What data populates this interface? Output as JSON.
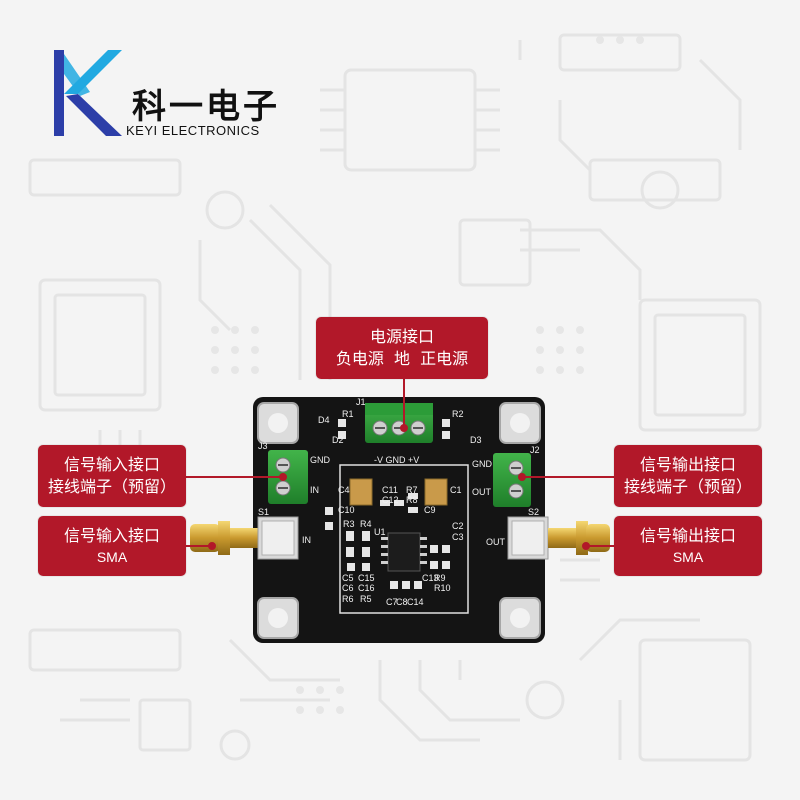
{
  "brand": {
    "name_cn": "科一电子",
    "name_en": "KEYI ELECTRONICS",
    "colors": {
      "k_blue": "#2c3ea8",
      "k_cyan": "#21a9e1",
      "callout_red": "#b21829"
    }
  },
  "callouts": {
    "power": {
      "line1": "电源接口",
      "line2": "负电源  地  正电源"
    },
    "in_terminal": {
      "line1": "信号输入接口",
      "line2": "接线端子（预留）"
    },
    "in_sma": {
      "line1": "信号输入接口",
      "line2": "SMA"
    },
    "out_terminal": {
      "line1": "信号输出接口",
      "line2": "接线端子（预留）"
    },
    "out_sma": {
      "line1": "信号输出接口",
      "line2": "SMA"
    }
  },
  "board": {
    "silk_j1": "J1",
    "silk_j2": "J2",
    "silk_j3": "J3",
    "silk_s1": "S1",
    "silk_s2": "S2",
    "silk_d2": "D2",
    "silk_d3": "D3",
    "silk_d4": "D4",
    "silk_r1": "R1",
    "silk_r2": "R2",
    "silk_power": "-V  GND  +V",
    "silk_gnd_left": "GND",
    "silk_in_top": "IN",
    "silk_in_bottom": "IN",
    "silk_gnd_right": "GND",
    "silk_out_top": "OUT",
    "silk_out_bottom": "OUT",
    "silk_c4": "C4",
    "silk_c1": "C1",
    "silk_c10": "C10",
    "silk_c11": "C11",
    "silk_r7": "R7",
    "silk_c12": "C12",
    "silk_r8": "R8",
    "silk_c9": "C9",
    "silk_r3": "R3",
    "silk_r4": "R4",
    "silk_u1": "U1",
    "silk_c2": "C2",
    "silk_c3": "C3",
    "silk_c5": "C5",
    "silk_c15": "C15",
    "silk_c6": "C6",
    "silk_c16": "C16",
    "silk_r6": "R6",
    "silk_r5": "R5",
    "silk_c7": "C7",
    "silk_c8": "C8",
    "silk_c14": "C14",
    "silk_c13": "C13",
    "silk_r9": "R9",
    "silk_r10": "R10"
  }
}
